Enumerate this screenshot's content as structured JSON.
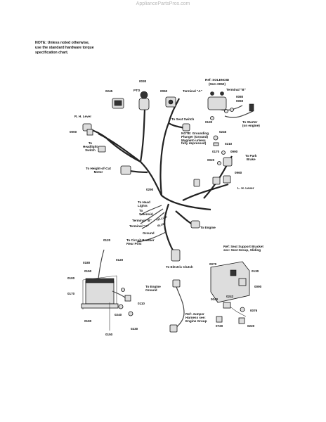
{
  "watermark": "AppliancePartsPros.com",
  "note": {
    "line1": "NOTE: Unless noted otherwise,",
    "line2": "use the standard hardware torque",
    "line3": "specification chart."
  },
  "labels": {
    "p0245": "0245",
    "p0030": "0030",
    "pto": "PTO",
    "p0050": "0050",
    "ref_solenoid": "Ref: SOLENOID",
    "ref_solenoid_item": "(Item 0050)",
    "terminal_a_top": "Terminal \"A\"",
    "terminal_b_top": "Terminal \"B\"",
    "p0080": "0080",
    "p0060": "0060",
    "p0130_top": "0130",
    "to_starter_1": "To Starter",
    "to_starter_2": "(on engine)",
    "rh_lever_1": "R. H. Lever",
    "p0000": "0000",
    "to_headlight_1": "To",
    "to_headlight_2": "Headlight",
    "to_headlight_3": "Switch",
    "to_seat_switch": "To Seat Switch",
    "note_grounding_1": "NOTE: Grounding",
    "note_grounding_2": "Plunger (Ground)",
    "note_grounding_3": "Magneto unless",
    "note_grounding_4": "fully depressed)",
    "p0246": "0246",
    "p0210": "0210",
    "p0170": "0170",
    "p0990": "0990",
    "to_park_1": "To Park",
    "to_park_2": "Brake",
    "p0020": "0020",
    "to_height_1": "To Height-of-Cut",
    "to_height_2": "Motor",
    "p0960": "0960",
    "lh_lever": "L. H. Lever",
    "p0290": "0290",
    "to_head_1": "To Head",
    "to_head_2": "Lights",
    "to_solenoid_1": "To",
    "to_solenoid_2": "Solenoid",
    "terminal_b_mid": "Terminal \"B\"",
    "terminal_a_mid": "Terminal \"A\"",
    "yellow": "YELLOW",
    "blue": "BLUE",
    "ground": "Ground",
    "to_engine": "To Engine",
    "to_breaker_1": "To Circuit Breaker",
    "to_breaker_2": "Rear Post",
    "p0120_a": "0120",
    "p0180": "0180",
    "p0120_b": "0120",
    "p0150_a": "0150",
    "p0100": "0100",
    "p0170_b": "0170",
    "p0190": "0190",
    "p0150_b": "0150",
    "to_engine_ground_1": "To Engine",
    "to_engine_ground_2": "Ground",
    "p0110": "0110",
    "p0240": "0240",
    "p0230": "0230",
    "to_electric_clutch": "To Electric Clutch",
    "ref_seat_1": "Ref: Seat Support Bracket",
    "ref_seat_2": "see: Seat Group, Sliding",
    "p0070": "0070",
    "p0130_b": "0130",
    "p0090": "0090",
    "p0040": "0040",
    "p0242": "0242",
    "p0076": "0076",
    "ref_jumper_1": "Ref: Jumper",
    "ref_jumper_2": "Harness see:",
    "ref_jumper_3": "Engine Group",
    "p0720": "0720",
    "p0220": "0220"
  }
}
